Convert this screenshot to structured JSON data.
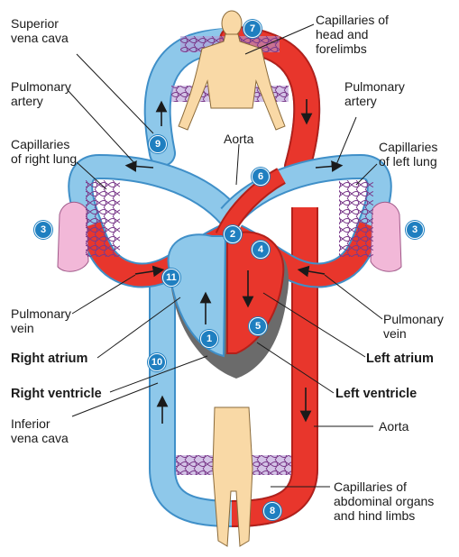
{
  "colors": {
    "vein_blue": "#8ec8ea",
    "vein_outline": "#3f8fc8",
    "artery_red": "#e8362c",
    "artery_outline": "#b3201a",
    "lung_pink": "#f2b8d8",
    "capillary_purple": "#b59bd6",
    "body_skin": "#f9d9a6",
    "heart_shadow": "#6b6b6b",
    "badge_blue": "#1f7fc0"
  },
  "labels": {
    "superior_vena_cava": "Superior\nvena cava",
    "pulmonary_artery_left": "Pulmonary\nartery",
    "capillaries_right_lung": "Capillaries\nof right lung",
    "pulmonary_vein_left": "Pulmonary\nvein",
    "right_atrium": "Right atrium",
    "right_ventricle": "Right ventricle",
    "inferior_vena_cava": "Inferior\nvena cava",
    "capillaries_head": "Capillaries of\nhead and\nforelimbs",
    "pulmonary_artery_right": "Pulmonary\nartery",
    "aorta_top": "Aorta",
    "capillaries_left_lung": "Capillaries\nof left lung",
    "pulmonary_vein_right": "Pulmonary\nvein",
    "left_atrium": "Left atrium",
    "left_ventricle": "Left ventricle",
    "aorta_right": "Aorta",
    "capillaries_abdominal": "Capillaries of\nabdominal organs\nand hind limbs"
  },
  "badges": {
    "b1": "1",
    "b2": "2",
    "b3a": "3",
    "b3b": "3",
    "b4": "4",
    "b5": "5",
    "b6": "6",
    "b7": "7",
    "b8": "8",
    "b9": "9",
    "b10": "10",
    "b11": "11"
  }
}
